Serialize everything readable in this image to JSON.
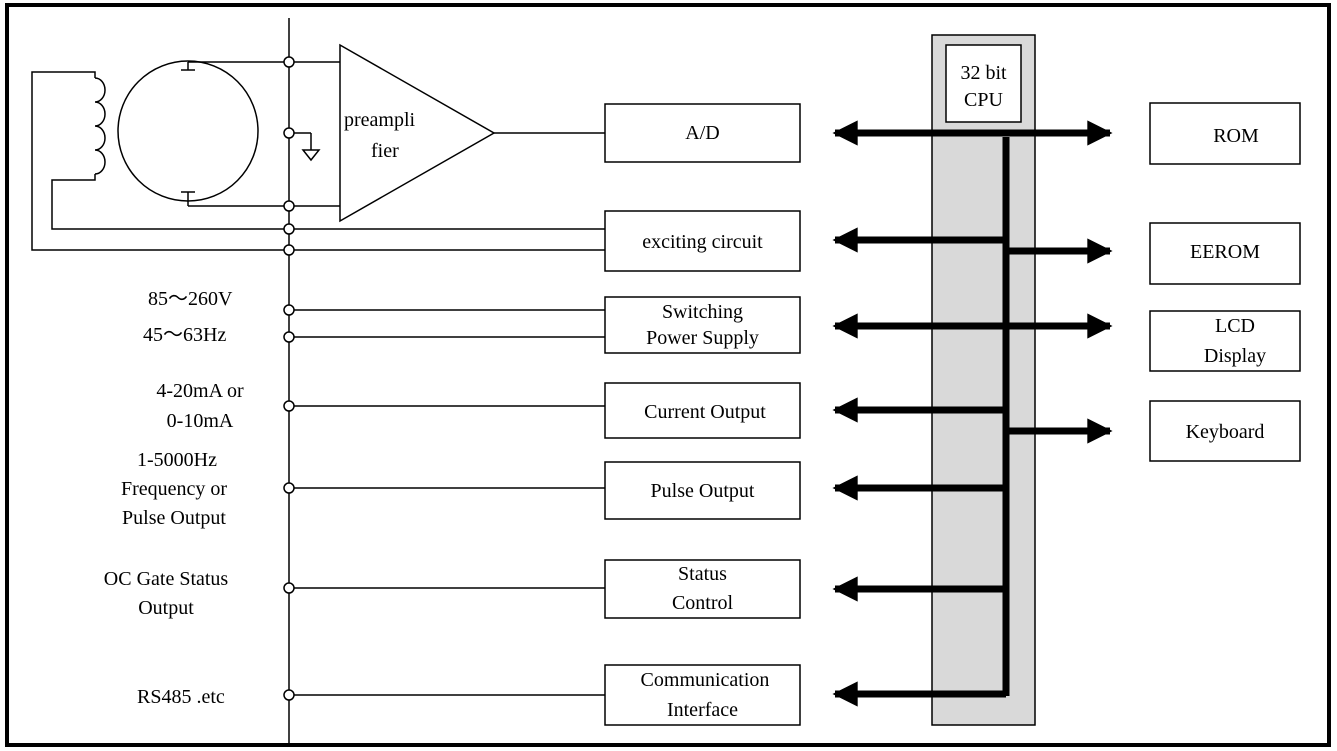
{
  "diagram": {
    "cpu": {
      "line1": "32 bit",
      "line2": "CPU"
    },
    "preamp": {
      "line1": "preampli",
      "line2": "fier"
    },
    "blocks": {
      "ad": "A/D",
      "exciting": "exciting circuit",
      "switching": {
        "line1": "Switching",
        "line2": "Power Supply"
      },
      "current": "Current Output",
      "pulse": "Pulse Output",
      "status": {
        "line1": "Status",
        "line2": "Control"
      },
      "comm": {
        "line1": "Communication",
        "line2": "Interface"
      }
    },
    "peripherals": {
      "rom": "ROM",
      "eerom": "EEROM",
      "lcd": {
        "line1": "LCD",
        "line2": "Display"
      },
      "keyboard": "Keyboard"
    },
    "io_labels": {
      "power_v": "85～260V",
      "power_hz": "45～63Hz",
      "current": {
        "line1": "4-20mA or",
        "line2": "0-10mA"
      },
      "pulse": {
        "line1": "1-5000Hz",
        "line2": "Frequency or",
        "line3": "Pulse Output"
      },
      "oc": {
        "line1": "OC Gate Status",
        "line2": "Output"
      },
      "rs485": "RS485 .etc"
    }
  },
  "colors": {
    "line": "#000000",
    "cpu_panel": "#d9d9d9",
    "background": "#ffffff"
  }
}
